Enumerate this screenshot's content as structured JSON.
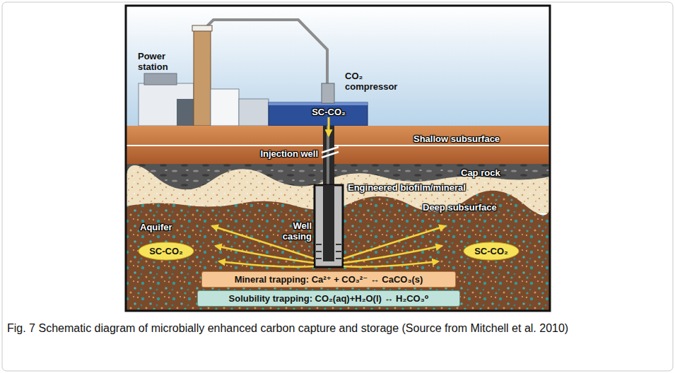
{
  "diagram": {
    "caption": "Fig. 7 Schematic diagram of microbially enhanced carbon capture and storage (Source from Mitchell et al. 2010)",
    "nodes": [
      {
        "text": [
          "SC-CO₂"
        ]
      },
      {
        "text": [
          "SC-CO₂"
        ]
      },
      {
        "text": [
          "Mineral trapping: Ca²⁺ + CO₃²⁻ ↔ CaCO₃(s)"
        ]
      },
      {
        "text": [
          "Solubility trapping: CO₂(aq)+H₂O(l) ↔ H₂CO₃⁰"
        ]
      }
    ],
    "labels": [
      "Power station",
      "CO₂ compressor",
      "SC-CO₂",
      "Injection well",
      "Shallow subsurface",
      "Cap rock",
      "Engineered biofilm/mineral",
      "Aquifer",
      "Well casing",
      "Deep subsurface"
    ]
  }
}
